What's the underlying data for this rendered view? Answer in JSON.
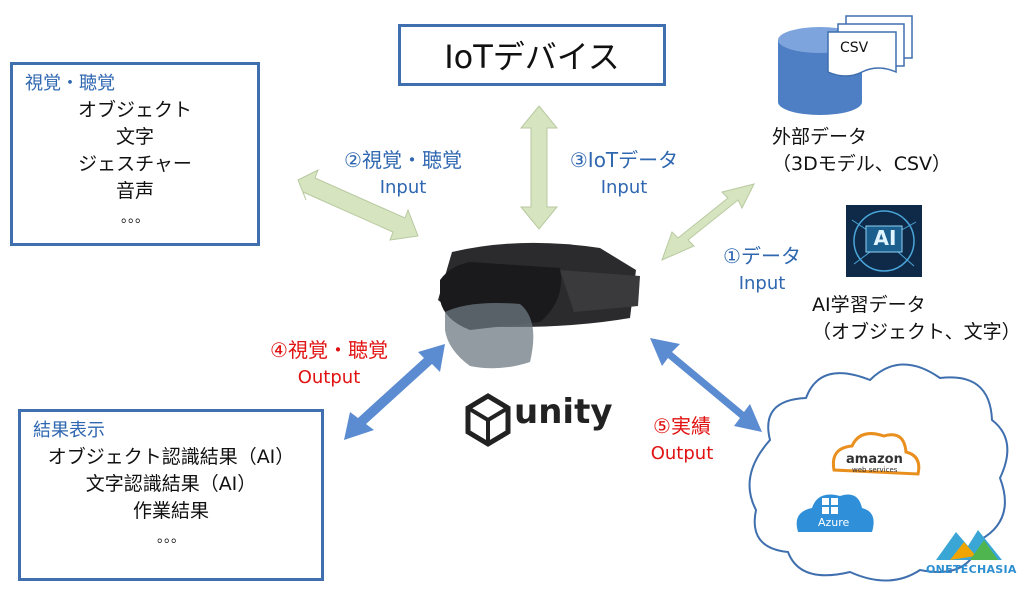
{
  "iot_box": {
    "title": "IoTデバイス"
  },
  "sense_box": {
    "header": "視覚・聴覚",
    "items": [
      "オブジェクト",
      "文字",
      "ジェスチャー",
      "音声",
      "。。。"
    ]
  },
  "result_box": {
    "header": "結果表示",
    "items": [
      "オブジェクト認識結果（AI）",
      "文字認識結果（AI）",
      "作業結果",
      "。。。"
    ]
  },
  "flows": {
    "f1": {
      "title": "①データ",
      "sub": "Input"
    },
    "f2": {
      "title": "②視覚・聴覚",
      "sub": "Input"
    },
    "f3": {
      "title": "③IoTデータ",
      "sub": "Input"
    },
    "f4": {
      "title": "④視覚・聴覚",
      "sub": "Output"
    },
    "f5": {
      "title": "⑤実績",
      "sub": "Output"
    }
  },
  "external": {
    "line1": "外部データ",
    "line2": "（3Dモデル、CSV）",
    "csv_label": "CSV"
  },
  "ai": {
    "icon_text": "AI",
    "line1": "AI学習データ",
    "line2": "（オブジェクト、文字）"
  },
  "unity": {
    "label": "unity"
  },
  "cloud": {
    "amazon": "amazon",
    "amazon_sub": "web services",
    "azure": "Azure"
  },
  "logo": {
    "text": "ONETECHASIA"
  },
  "colors": {
    "box_border": "#3f6fae",
    "input_arrow": "#d6e4bf",
    "output_arrow": "#5b8bd0",
    "blue_text": "#2f67b0",
    "red_text": "#e11212"
  }
}
